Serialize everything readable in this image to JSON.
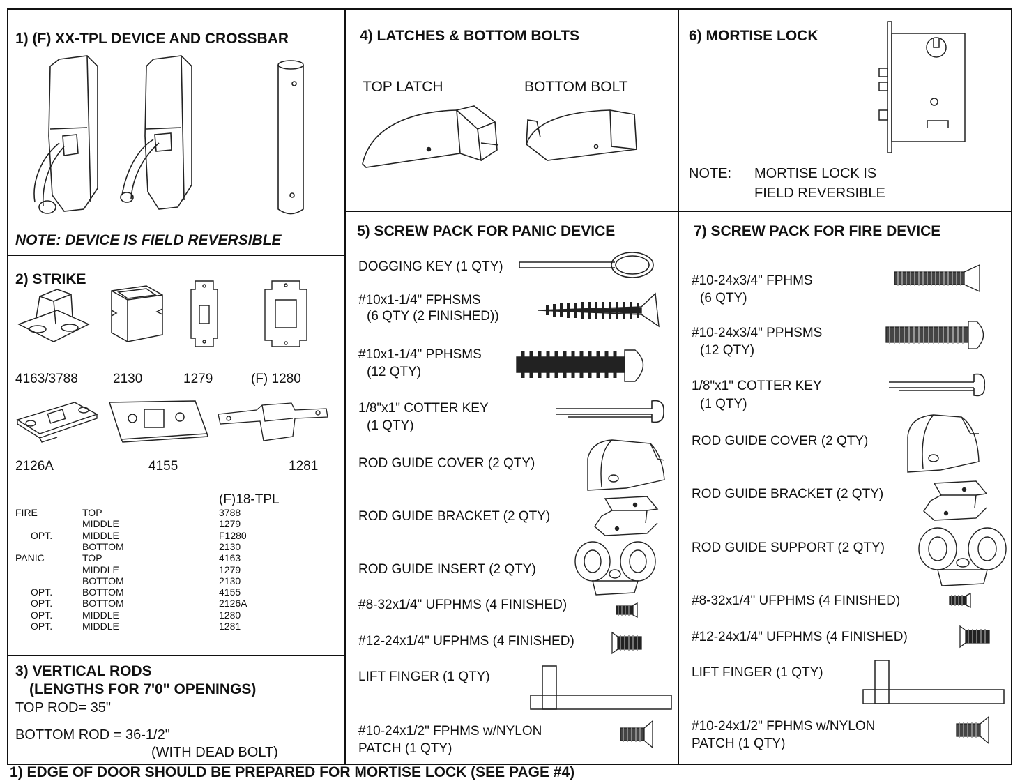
{
  "panel1": {
    "title": "1)  (F) XX-TPL DEVICE AND CROSSBAR",
    "note": "NOTE:  DEVICE IS FIELD REVERSIBLE"
  },
  "panel2": {
    "title": "2)  STRIKE",
    "row1_labels": [
      "4163/3788",
      "2130",
      "1279",
      "(F) 1280"
    ],
    "row2_labels": [
      "2126A",
      "4155",
      "1281"
    ],
    "table_header": "(F)18-TPL",
    "table": [
      [
        "FIRE",
        "TOP",
        "3788"
      ],
      [
        "",
        "MIDDLE",
        "1279"
      ],
      [
        "OPT.",
        "MIDDLE",
        "F1280"
      ],
      [
        "",
        "BOTTOM",
        "2130"
      ],
      [
        "PANIC",
        "TOP",
        "4163"
      ],
      [
        "",
        "MIDDLE",
        "1279"
      ],
      [
        "",
        "BOTTOM",
        "2130"
      ],
      [
        "OPT.",
        "BOTTOM",
        "4155"
      ],
      [
        "OPT.",
        "BOTTOM",
        "2126A"
      ],
      [
        "OPT.",
        "MIDDLE",
        "1280"
      ],
      [
        "OPT.",
        "MIDDLE",
        "1281"
      ]
    ]
  },
  "panel3": {
    "title": "3) VERTICAL RODS",
    "subtitle": "(LENGTHS FOR 7'0\" OPENINGS)",
    "top_rod": "TOP ROD= 35\"",
    "bottom_rod": "BOTTOM ROD = 36-1/2\"",
    "dead_bolt": "(WITH DEAD BOLT)"
  },
  "panel4": {
    "title": "4) LATCHES & BOTTOM BOLTS",
    "top_latch": "TOP LATCH",
    "bottom_bolt": "BOTTOM BOLT"
  },
  "panel5": {
    "title": "5) SCREW PACK FOR PANIC DEVICE",
    "items": [
      "DOGGING KEY (1 QTY)",
      "#10x1-1/4\" FPHSMS",
      "(6 QTY (2 FINISHED))",
      "#10x1-1/4\" PPHSMS",
      "(12 QTY)",
      "1/8\"x1\" COTTER KEY",
      "(1 QTY)",
      "ROD GUIDE COVER (2 QTY)",
      "ROD GUIDE BRACKET (2 QTY)",
      "ROD GUIDE INSERT (2 QTY)",
      "#8-32x1/4\" UFPHMS (4 FINISHED)",
      "#12-24x1/4\" UFPHMS (4 FINISHED)",
      "LIFT FINGER (1 QTY)",
      "#10-24x1/2\" FPHMS w/NYLON",
      "PATCH (1 QTY)"
    ]
  },
  "panel6": {
    "title": "6) MORTISE LOCK",
    "note_label": "NOTE:",
    "note_line1": "MORTISE LOCK IS",
    "note_line2": "FIELD REVERSIBLE"
  },
  "panel7": {
    "title": "7) SCREW PACK FOR FIRE DEVICE",
    "items": [
      "#10-24x3/4\" FPHMS",
      "(6 QTY)",
      "#10-24x3/4\" PPHSMS",
      "(12 QTY)",
      "1/8\"x1\" COTTER KEY",
      "(1 QTY)",
      "ROD GUIDE COVER (2 QTY)",
      "ROD GUIDE BRACKET (2 QTY)",
      "ROD GUIDE SUPPORT (2 QTY)",
      "#8-32x1/4\" UFPHMS (4 FINISHED)",
      "#12-24x1/4\" UFPHMS (4 FINISHED)",
      "LIFT FINGER (1 QTY)",
      "#10-24x1/2\" FPHMS w/NYLON",
      "PATCH (1 QTY)"
    ]
  },
  "footer": "1) EDGE OF DOOR SHOULD BE PREPARED FOR MORTISE LOCK (SEE PAGE #4)"
}
